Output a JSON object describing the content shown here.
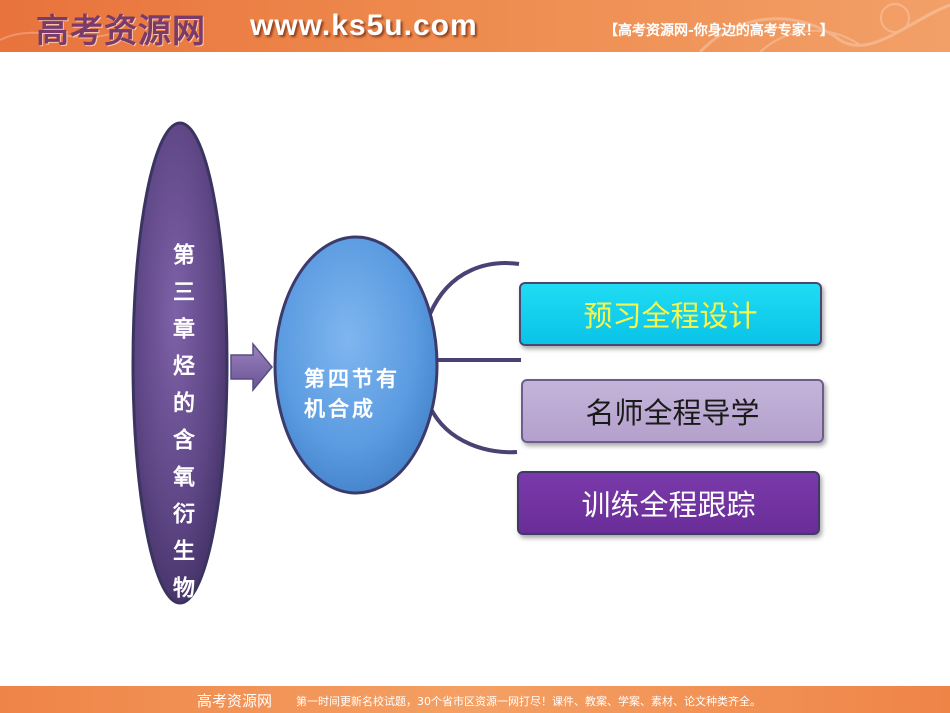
{
  "header": {
    "brand": "高考资源网",
    "url": "www.ks5u.com",
    "slogan": "【高考资源网-你身边的高考专家！】"
  },
  "diagram": {
    "chapter_title": "第三章烃的含氧衍生物",
    "section_title": "第四节有机合成",
    "branches": [
      {
        "label": "预习全程设计"
      },
      {
        "label": "名师全程导学"
      },
      {
        "label": "训练全程跟踪"
      }
    ]
  },
  "footer": {
    "brand": "高考资源网",
    "text": "第一时间更新名校试题，30个省市区资源一网打尽！课件、教案、学案、素材、论文种类齐全。"
  },
  "colors": {
    "header_orange": "#ee8a4d",
    "chapter_ellipse": "#5e4685",
    "section_ellipse": "#5b9be0",
    "preview_box": "#0ac3e8",
    "guide_box": "#b3a0cc",
    "train_box": "#6a2d98"
  }
}
